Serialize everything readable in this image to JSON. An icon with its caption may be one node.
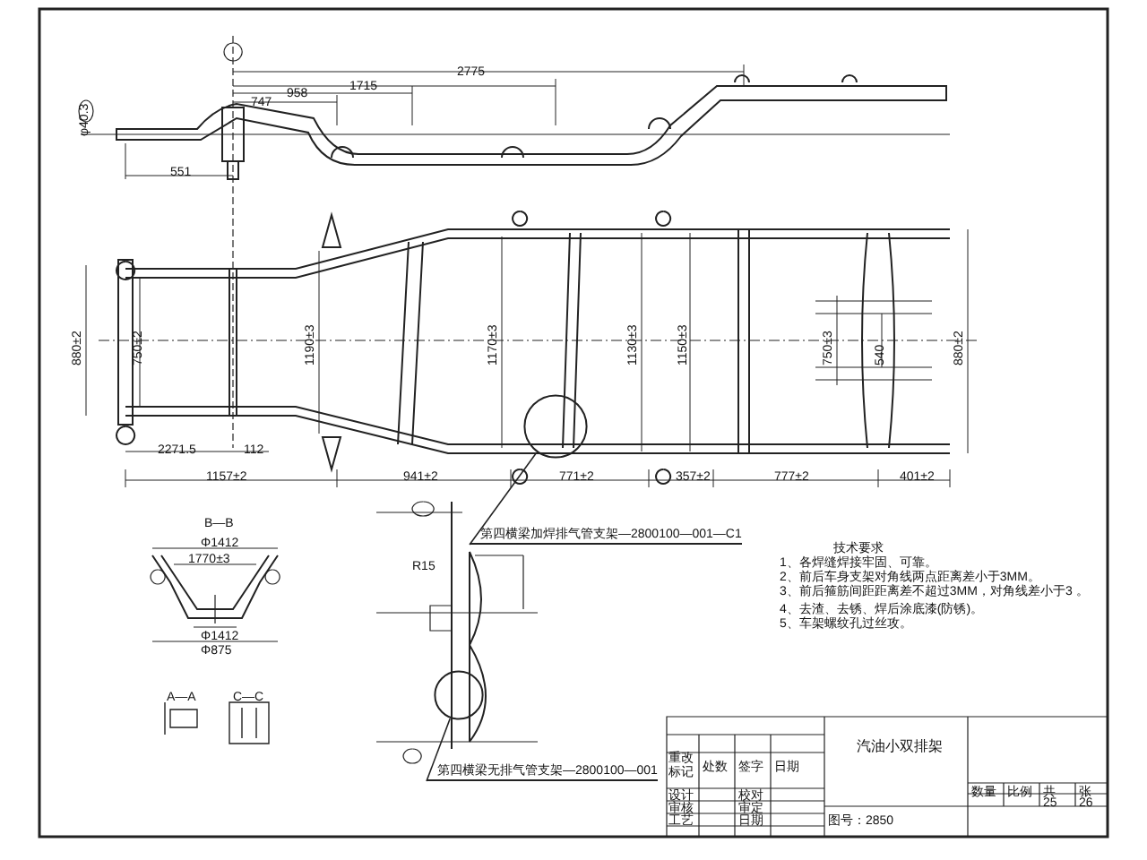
{
  "diagram": {
    "nodes": [
      {
        "text": [
          "第四横梁加焊排气管支架—2800100—001—C1"
        ]
      },
      {
        "text": [],
        "shape": "circle"
      },
      {
        "text": [
          "第四横梁无排气管支架—2800100—001"
        ]
      },
      {
        "text": [],
        "shape": "circle"
      }
    ],
    "edges": [
      {
        "from": 0,
        "to": 1,
        "arrow": "none"
      },
      {
        "from": 2,
        "to": 3,
        "arrow": "none"
      }
    ],
    "labels": [
      "2775",
      "1715",
      "958",
      "747",
      "φ40.3",
      "551",
      "880±2",
      "750±2",
      "1190±3",
      "1170±3",
      "1130±3",
      "1150±3",
      "750±3",
      "540",
      "880±2",
      "2271.5",
      "112",
      "1157±2",
      "941±2",
      "771±2",
      "357±2",
      "777±2",
      "401±2",
      "B—B",
      "Φ1412",
      "1770±3",
      "Φ1412",
      "Φ875",
      "R15",
      "A—A",
      "C—C",
      "技术要求",
      "1、各焊缝焊接牢固、可靠。",
      "2、前后车身支架对角线两点距离差小于3MM。",
      "3、前后箍筋间距距离差不超过3MM，对角线差小于3 。",
      "4、去渣、去锈、焊后涂底漆(防锈)。",
      "5、车架螺纹孔过丝攻。",
      "汽油小双排架",
      "重改标记",
      "处数",
      "签字",
      "日期",
      "数量",
      "比例",
      "共",
      "张",
      "25",
      "26",
      "设计",
      "校对",
      "审核",
      "审定",
      "工艺",
      "日期",
      "图号：2850"
    ]
  }
}
